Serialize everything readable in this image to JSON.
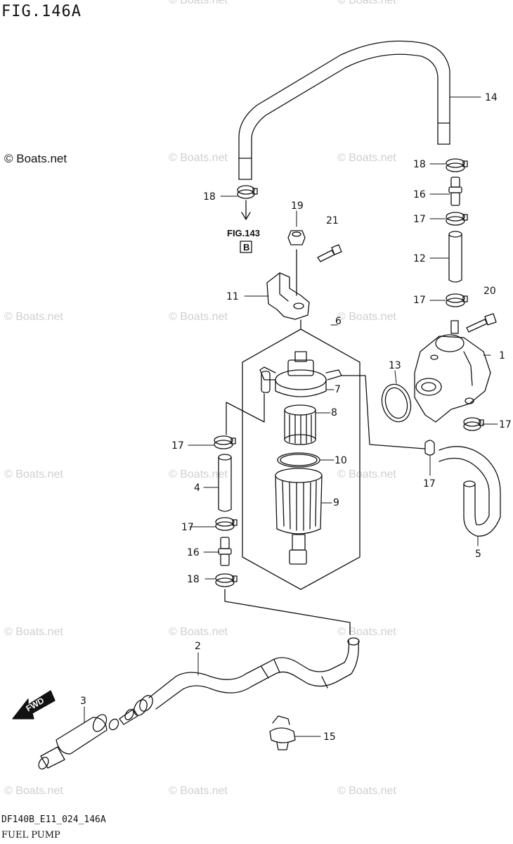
{
  "figure": {
    "title": "FIG.146A",
    "copyright": "© Boats.net",
    "watermark": "© Boats.net",
    "footer_code": "DF140B_E11_024_146A",
    "footer_name": "FUEL PUMP",
    "reference_label": "FIG.143",
    "reference_letter": "B",
    "direction_label": "FWD"
  },
  "callouts": [
    "1",
    "2",
    "3",
    "4",
    "5",
    "6",
    "7",
    "8",
    "9",
    "10",
    "11",
    "12",
    "13",
    "14",
    "15",
    "16",
    "16",
    "17",
    "17",
    "17",
    "17",
    "17",
    "17",
    "18",
    "18",
    "18",
    "19",
    "20",
    "21"
  ]
}
